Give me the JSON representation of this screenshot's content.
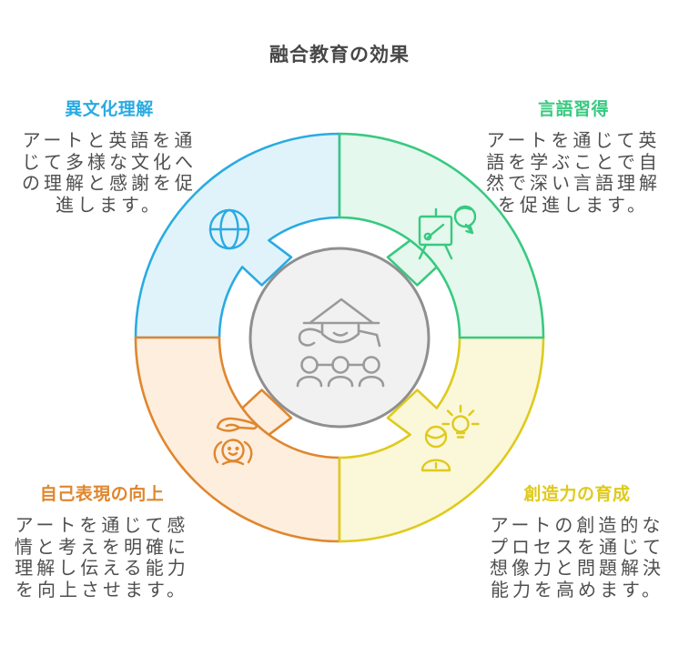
{
  "title": "融合教育の効果",
  "text_color": "#4f4f4f",
  "sections": [
    {
      "id": "culture",
      "heading": "異文化理解",
      "body": "アートと英語を通じて多様な文化への理解と感謝を促進します。",
      "color": "#29abe2",
      "fill": "#e1f3fa",
      "icon": "globe-icon",
      "position": "top-left"
    },
    {
      "id": "language",
      "heading": "言語習得",
      "body": "アートを通じて英語を学ぶことで自然で深い言語理解を促進します。",
      "color": "#38c980",
      "fill": "#e4f8ed",
      "icon": "art-easel-icon",
      "position": "top-right"
    },
    {
      "id": "expression",
      "heading": "自己表現の向上",
      "body": "アートを通じて感情と考えを明確に理解し伝える能力を向上させます。",
      "color": "#e0862d",
      "fill": "#fdeede",
      "icon": "hand-over-child-icon",
      "position": "bottom-left"
    },
    {
      "id": "creativity",
      "heading": "創造力の育成",
      "body": "アートの創造的なプロセスを通じて想像力と問題解決能力を高めます。",
      "color": "#dfca1c",
      "fill": "#fbf7d9",
      "icon": "person-idea-icon",
      "position": "bottom-right"
    }
  ],
  "center": {
    "icon": "teacher-and-students-icon",
    "fill": "#f1f1f1",
    "stroke": "#8f8f8f",
    "icon_color": "#9a9a9a"
  }
}
